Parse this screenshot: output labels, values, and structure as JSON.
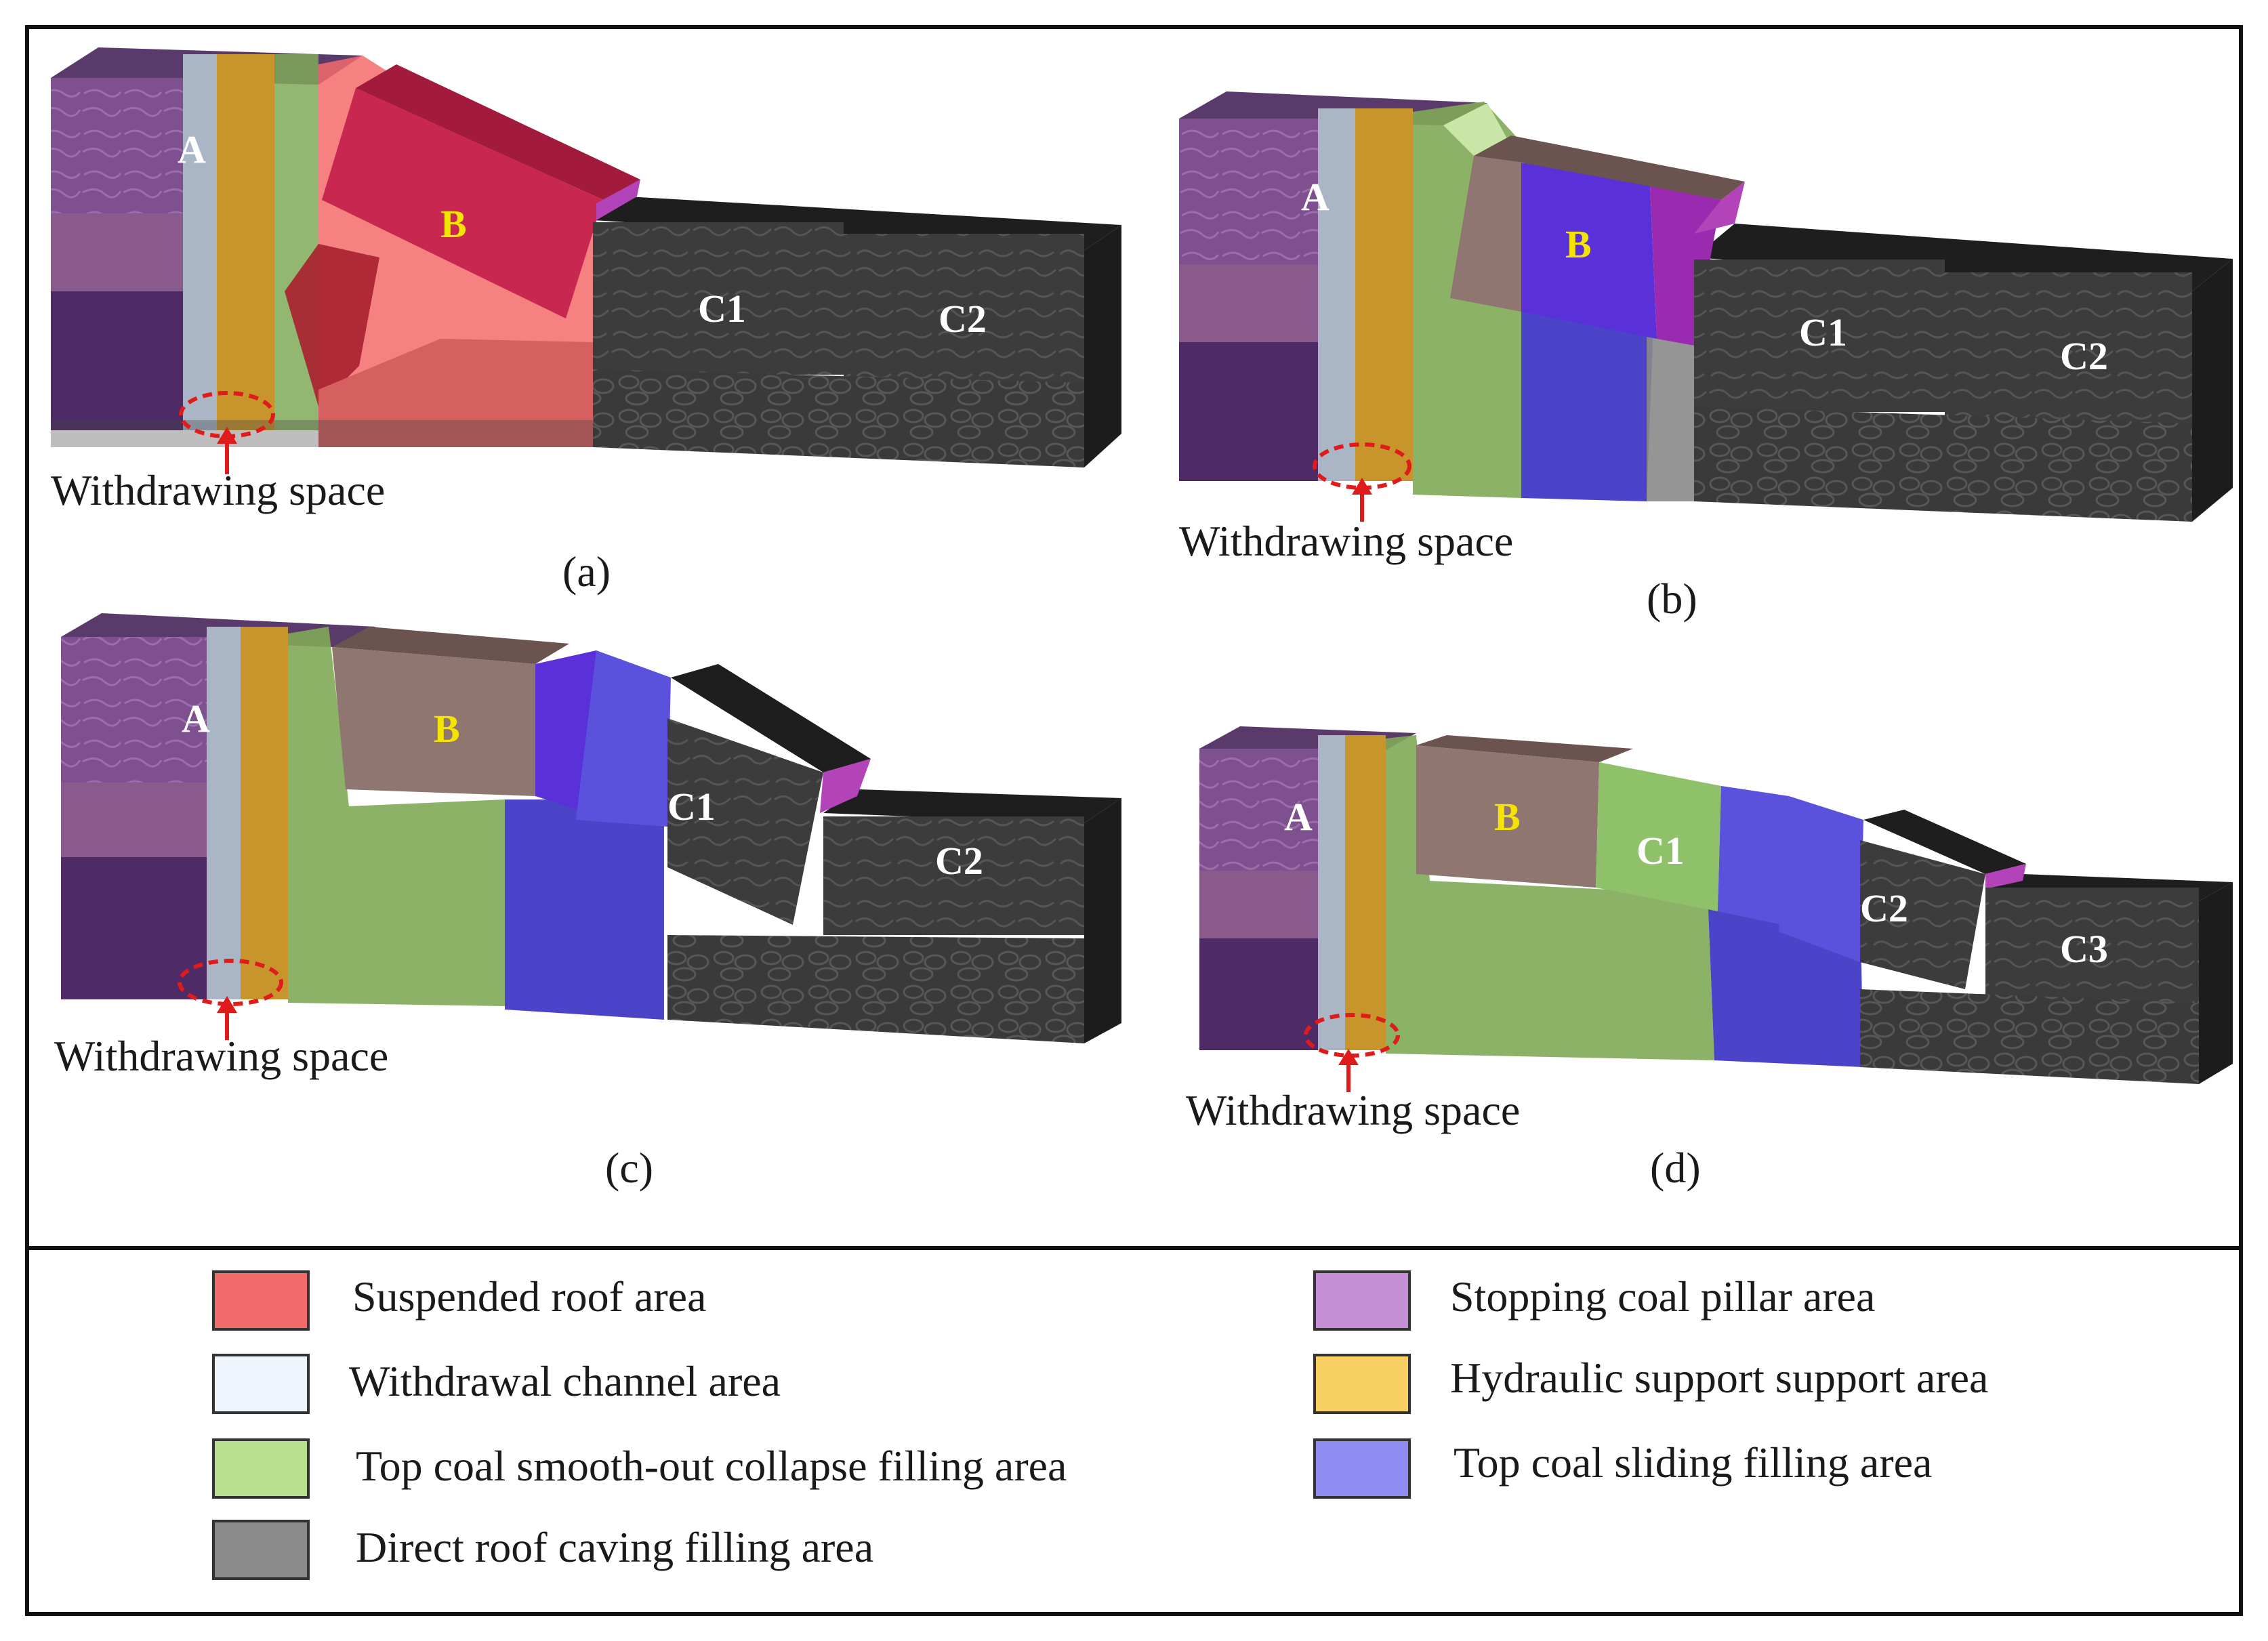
{
  "panels": {
    "a": {
      "label": "(a)",
      "caption": "Withdrawing space",
      "blocks": {
        "A": "A",
        "B": "B",
        "C1": "C1",
        "C2": "C2"
      }
    },
    "b": {
      "label": "(b)",
      "caption": "Withdrawing space",
      "blocks": {
        "A": "A",
        "B": "B",
        "C1": "C1",
        "C2": "C2"
      }
    },
    "c": {
      "label": "(c)",
      "caption": "Withdrawing space",
      "blocks": {
        "A": "A",
        "B": "B",
        "C1": "C1",
        "C2": "C2"
      }
    },
    "d": {
      "label": "(d)",
      "caption": "Withdrawing space",
      "blocks": {
        "A": "A",
        "B": "B",
        "C1": "C1",
        "C2": "C2",
        "C3": "C3"
      }
    }
  },
  "legend": [
    {
      "label": "Suspended roof area",
      "color": "#f36b6b"
    },
    {
      "label": "Withdrawal channel area",
      "color": "#eef5fc"
    },
    {
      "label": "Top coal smooth-out collapse filling area",
      "color": "#b9e08e"
    },
    {
      "label": "Direct roof caving filling area",
      "color": "#8a8a8a"
    },
    {
      "label": "Stopping coal pillar area",
      "color": "#c48fd4"
    },
    {
      "label": "Hydraulic support support area",
      "color": "#f7cf63"
    },
    {
      "label": "Top coal sliding filling area",
      "color": "#8e8cf2"
    }
  ],
  "colors": {
    "rock_purple": "#7a4a8e",
    "rock_dark": "#3a3a3a",
    "block_B_red": "#c8284f",
    "block_B_brown": "#8f7670",
    "green_fill": "#7faa58",
    "blue_fill": "#4c44c8",
    "channel": "#aab6c6",
    "support": "#c7952c"
  }
}
